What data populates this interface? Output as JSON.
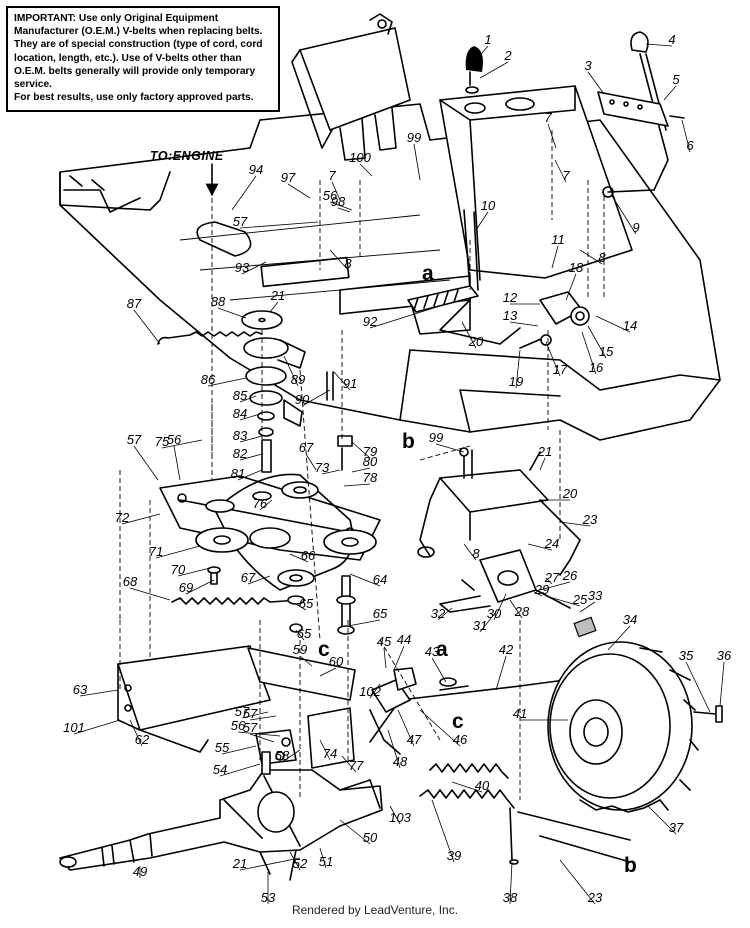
{
  "notice": {
    "lines": [
      "IMPORTANT: Use only Original Equipment",
      "Manufacturer (O.E.M.) V-belts when replacing belts.",
      "They are of special construction (type of cord, cord",
      "location, length, etc.). Use of V-belts other than",
      "O.E.M. belts generally will provide only temporary",
      "service.",
      "For best results, use only factory approved parts."
    ]
  },
  "engine_label": "TO:ENGINE",
  "callouts": [
    "1",
    "2",
    "3",
    "4",
    "5",
    "6",
    "7",
    "7",
    "8",
    "9",
    "10",
    "11",
    "12",
    "13",
    "14",
    "15",
    "16",
    "17",
    "18",
    "19",
    "20",
    "20",
    "21",
    "21",
    "21",
    "23",
    "23",
    "24",
    "25",
    "26",
    "27",
    "28",
    "29",
    "30",
    "31",
    "32",
    "33",
    "34",
    "35",
    "36",
    "37",
    "38",
    "39",
    "40",
    "41",
    "42",
    "43",
    "44",
    "45",
    "46",
    "47",
    "48",
    "49",
    "50",
    "51",
    "52",
    "53",
    "54",
    "55",
    "56",
    "56",
    "56",
    "57",
    "57",
    "57",
    "57",
    "58",
    "59",
    "60",
    "62",
    "63",
    "64",
    "65",
    "65",
    "65",
    "66",
    "67",
    "67",
    "68",
    "69",
    "70",
    "71",
    "72",
    "73",
    "74",
    "75",
    "76",
    "77",
    "78",
    "79",
    "80",
    "81",
    "82",
    "83",
    "84",
    "85",
    "86",
    "87",
    "88",
    "89",
    "90",
    "91",
    "92",
    "93",
    "94",
    "97",
    "98",
    "99",
    "99",
    "100",
    "101",
    "102",
    "103",
    "7",
    "8",
    "8",
    "57"
  ],
  "letters": [
    "a",
    "b",
    "c",
    "a",
    "b",
    "c"
  ],
  "footer": "Rendered by LeadVenture, Inc."
}
